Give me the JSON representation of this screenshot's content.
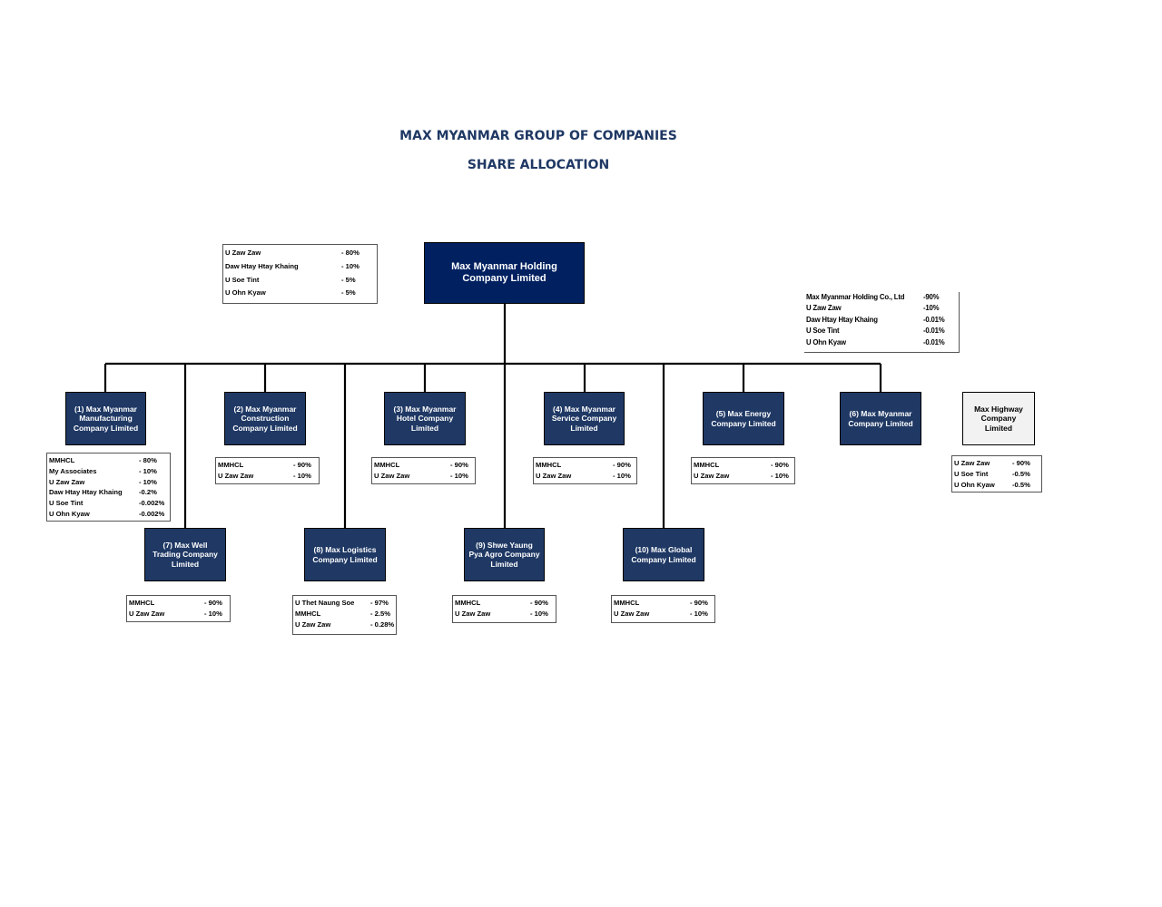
{
  "header": {
    "title": "MAX MYANMAR GROUP OF COMPANIES",
    "subtitle": "SHARE ALLOCATION"
  },
  "root": {
    "name": "Max Myanmar Holding Company Limited",
    "shareholders": [
      {
        "name": "U Zaw Zaw",
        "pct": "- 80%"
      },
      {
        "name": "Daw Htay Htay Khaing",
        "pct": "- 10%"
      },
      {
        "name": "U Soe Tint",
        "pct": "- 5%"
      },
      {
        "name": "U Ohn Kyaw",
        "pct": "- 5%"
      }
    ]
  },
  "companies": [
    {
      "name": "(1) Max Myanmar Manufacturing Company Limited",
      "shareholders": [
        {
          "name": "MMHCL",
          "pct": "- 80%"
        },
        {
          "name": "My Associates",
          "pct": "- 10%"
        },
        {
          "name": "U Zaw Zaw",
          "pct": "- 10%"
        },
        {
          "name": "Daw Htay Htay Khaing",
          "pct": "-0.2%"
        },
        {
          "name": "U Soe Tint",
          "pct": "-0.002%"
        },
        {
          "name": "U Ohn Kyaw",
          "pct": "-0.002%"
        }
      ]
    },
    {
      "name": "(2) Max Myanmar Construction Company Limited",
      "shareholders": [
        {
          "name": "MMHCL",
          "pct": "- 90%"
        },
        {
          "name": "U Zaw Zaw",
          "pct": "- 10%"
        }
      ]
    },
    {
      "name": "(3) Max Myanmar Hotel Company Limited",
      "shareholders": [
        {
          "name": "MMHCL",
          "pct": "- 90%"
        },
        {
          "name": "U Zaw Zaw",
          "pct": "- 10%"
        }
      ]
    },
    {
      "name": "(4) Max Myanmar Service Company Limited",
      "shareholders": [
        {
          "name": "MMHCL",
          "pct": "- 90%"
        },
        {
          "name": "U Zaw Zaw",
          "pct": "- 10%"
        }
      ]
    },
    {
      "name": "(5) Max Energy Company Limited",
      "shareholders": [
        {
          "name": "MMHCL",
          "pct": "- 90%"
        },
        {
          "name": "U Zaw Zaw",
          "pct": "- 10%"
        }
      ]
    },
    {
      "name": "(6) Max Myanmar Company Limited",
      "shareholders": [
        {
          "name": "Max Myanmar Holding Co., Ltd",
          "pct": "-90%"
        },
        {
          "name": "U Zaw Zaw",
          "pct": "-10%"
        },
        {
          "name": "Daw Htay Htay Khaing",
          "pct": "-0.01%"
        },
        {
          "name": "U Soe Tint",
          "pct": "-0.01%"
        },
        {
          "name": "U Ohn Kyaw",
          "pct": "-0.01%"
        }
      ]
    },
    {
      "name": "(7) Max Well Trading Company Limited",
      "shareholders": [
        {
          "name": "MMHCL",
          "pct": "- 90%"
        },
        {
          "name": "U Zaw Zaw",
          "pct": "- 10%"
        }
      ]
    },
    {
      "name": "(8) Max Logistics Company Limited",
      "shareholders": [
        {
          "name": "U Thet Naung Soe",
          "pct": "- 97%"
        },
        {
          "name": "MMHCL",
          "pct": "- 2.5%"
        },
        {
          "name": "U Zaw Zaw",
          "pct": "- 0.28%"
        }
      ]
    },
    {
      "name": "(9) Shwe Yaung Pya Agro Company Limited",
      "shareholders": [
        {
          "name": "MMHCL",
          "pct": "- 90%"
        },
        {
          "name": "U Zaw Zaw",
          "pct": "- 10%"
        }
      ]
    },
    {
      "name": "(10) Max Global Company Limited",
      "shareholders": [
        {
          "name": "MMHCL",
          "pct": "- 90%"
        },
        {
          "name": "U Zaw Zaw",
          "pct": "- 10%"
        }
      ]
    },
    {
      "name": "Max Highway Company Limited",
      "shareholders": [
        {
          "name": "U Zaw Zaw",
          "pct": "- 90%"
        },
        {
          "name": "U Soe Tint",
          "pct": "-0.5%"
        },
        {
          "name": "U Ohn Kyaw",
          "pct": "-0.5%"
        }
      ]
    }
  ],
  "colors": {
    "root_fill": "#002060",
    "node_fill": "#1f3864",
    "standalone_fill": "#f2f2f2",
    "title": "#1f3864"
  }
}
